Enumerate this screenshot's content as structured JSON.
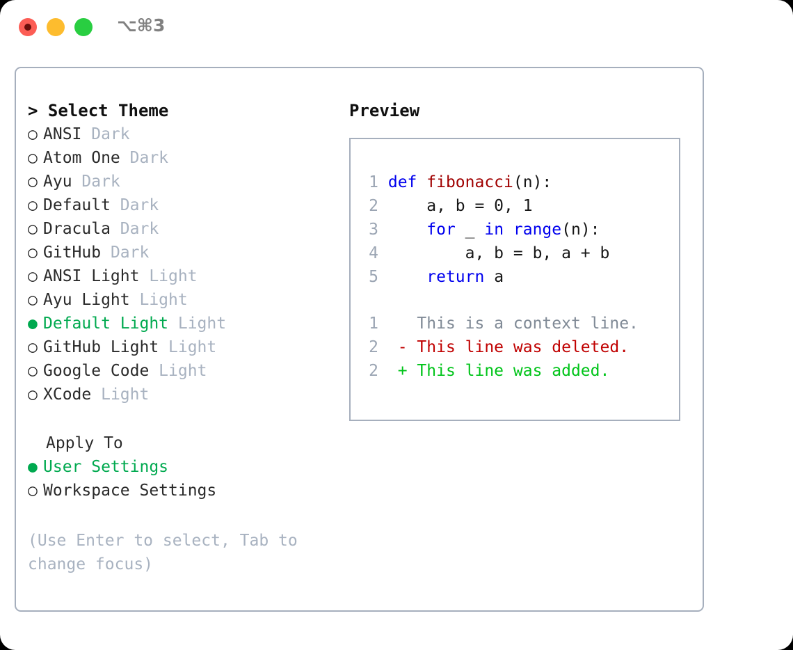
{
  "window": {
    "shortcut_label": "⌥⌘3",
    "controls": [
      {
        "name": "close",
        "color": "#FC5D55"
      },
      {
        "name": "minimize",
        "color": "#FDBC2E"
      },
      {
        "name": "maximize",
        "color": "#29CE41"
      }
    ]
  },
  "colors": {
    "accent_green": "#00A94F",
    "muted": "#A8B2C0",
    "border": "#A6AFBD",
    "keyword_blue": "#0000EE",
    "function_red": "#A00000",
    "diff_delete": "#C00000",
    "diff_add": "#00C419",
    "line_number": "#9BA5B3"
  },
  "theme_picker": {
    "header": "> Select Theme",
    "selected_index": 8,
    "items": [
      {
        "bullet": "○",
        "name": "ANSI",
        "variant": "Dark",
        "selected": false
      },
      {
        "bullet": "○",
        "name": "Atom One",
        "variant": "Dark",
        "selected": false
      },
      {
        "bullet": "○",
        "name": "Ayu",
        "variant": "Dark",
        "selected": false
      },
      {
        "bullet": "○",
        "name": "Default",
        "variant": "Dark",
        "selected": false
      },
      {
        "bullet": "○",
        "name": "Dracula",
        "variant": "Dark",
        "selected": false
      },
      {
        "bullet": "○",
        "name": "GitHub",
        "variant": "Dark",
        "selected": false
      },
      {
        "bullet": "○",
        "name": "ANSI Light",
        "variant": "Light",
        "selected": false
      },
      {
        "bullet": "○",
        "name": "Ayu Light",
        "variant": "Light",
        "selected": false
      },
      {
        "bullet": "●",
        "name": "Default Light",
        "variant": "Light",
        "selected": true
      },
      {
        "bullet": "○",
        "name": "GitHub Light",
        "variant": "Light",
        "selected": false
      },
      {
        "bullet": "○",
        "name": "Google Code",
        "variant": "Light",
        "selected": false
      },
      {
        "bullet": "○",
        "name": "XCode",
        "variant": "Light",
        "selected": false
      }
    ]
  },
  "apply_to": {
    "label": "Apply To",
    "options": [
      {
        "bullet": "●",
        "label": "User Settings",
        "selected": true
      },
      {
        "bullet": "○",
        "label": "Workspace Settings",
        "selected": false
      }
    ]
  },
  "hint": "(Use Enter to select, Tab to change focus)",
  "preview": {
    "header": "Preview",
    "code_lines": [
      {
        "n": "1",
        "tokens": [
          {
            "t": "def ",
            "c": "kw"
          },
          {
            "t": "fibonacci",
            "c": "fn"
          },
          {
            "t": "(n):",
            "c": "plain"
          }
        ]
      },
      {
        "n": "2",
        "tokens": [
          {
            "t": "    a, b = 0, 1",
            "c": "plain"
          }
        ]
      },
      {
        "n": "3",
        "tokens": [
          {
            "t": "    for ",
            "c": "kw"
          },
          {
            "t": "_ ",
            "c": "plain"
          },
          {
            "t": "in ",
            "c": "kw"
          },
          {
            "t": "range",
            "c": "kw"
          },
          {
            "t": "(n):",
            "c": "plain"
          }
        ]
      },
      {
        "n": "4",
        "tokens": [
          {
            "t": "        a, b = b, a + b",
            "c": "plain"
          }
        ]
      },
      {
        "n": "5",
        "tokens": [
          {
            "t": "    return ",
            "c": "kw"
          },
          {
            "t": "a",
            "c": "plain"
          }
        ]
      }
    ],
    "diff_lines": [
      {
        "n": "1",
        "marker": " ",
        "text": " This is a context line.",
        "kind": "ctx"
      },
      {
        "n": "2",
        "marker": "-",
        "text": " This line was deleted.",
        "kind": "del"
      },
      {
        "n": "2",
        "marker": "+",
        "text": " This line was added.",
        "kind": "add"
      }
    ]
  }
}
